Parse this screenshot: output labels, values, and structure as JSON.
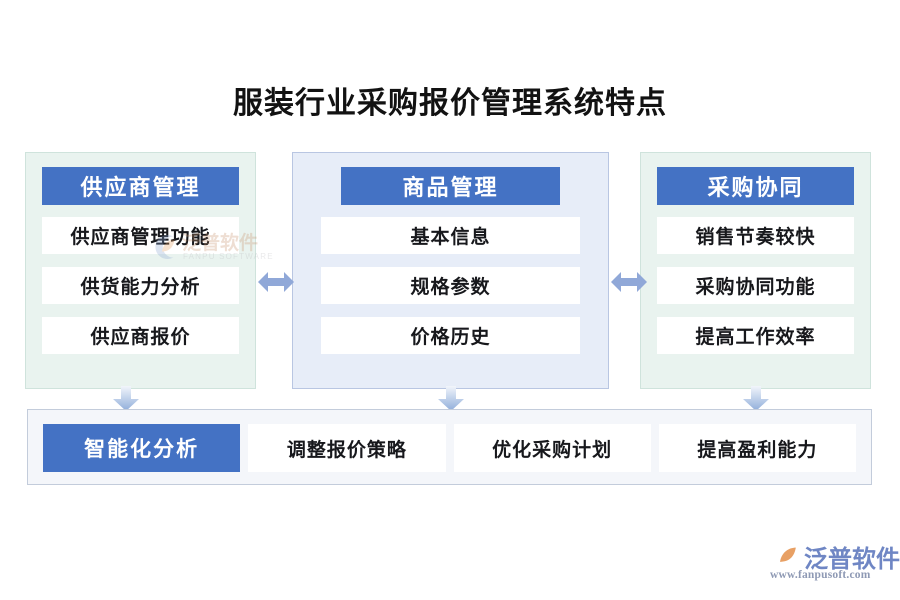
{
  "page": {
    "title": "服装行业采购报价管理系统特点",
    "background_color": "#ffffff",
    "accent_color": "#4472c4"
  },
  "columns": [
    {
      "id": "supplier-management",
      "header": "供应商管理",
      "background_color": "#e9f3ef",
      "border_color": "#cfe3dc",
      "items": [
        "供应商管理功能",
        "供货能力分析",
        "供应商报价"
      ]
    },
    {
      "id": "product-management",
      "header": "商品管理",
      "background_color": "#e7edf8",
      "border_color": "#b9c6e2",
      "items": [
        "基本信息",
        "规格参数",
        "价格历史"
      ]
    },
    {
      "id": "procurement-collaboration",
      "header": "采购协同",
      "background_color": "#e9f3ef",
      "border_color": "#cfe3dc",
      "items": [
        "销售节奏较快",
        "采购协同功能",
        "提高工作效率"
      ]
    }
  ],
  "connectors": {
    "horizontal_icon": "double-headed-arrow",
    "vertical_icon": "down-arrow",
    "color": "#8ea8d8",
    "horizontal_count": 2,
    "vertical_count": 3
  },
  "bottom_band": {
    "background_color": "#f4f6fa",
    "border_color": "#c3ccdb",
    "highlight": "智能化分析",
    "items": [
      "调整报价策略",
      "优化采购计划",
      "提高盈利能力"
    ]
  },
  "watermark": {
    "text": "泛普软件",
    "subtext": "FANPU SOFTWARE",
    "icon": "fanpu-logo-mark"
  },
  "brand": {
    "name": "泛普软件",
    "url": "www.fanpusoft.com",
    "icon": "fanpu-logo-mark",
    "mark_color": "#7e95cf",
    "leaf_color": "#e8a064"
  }
}
